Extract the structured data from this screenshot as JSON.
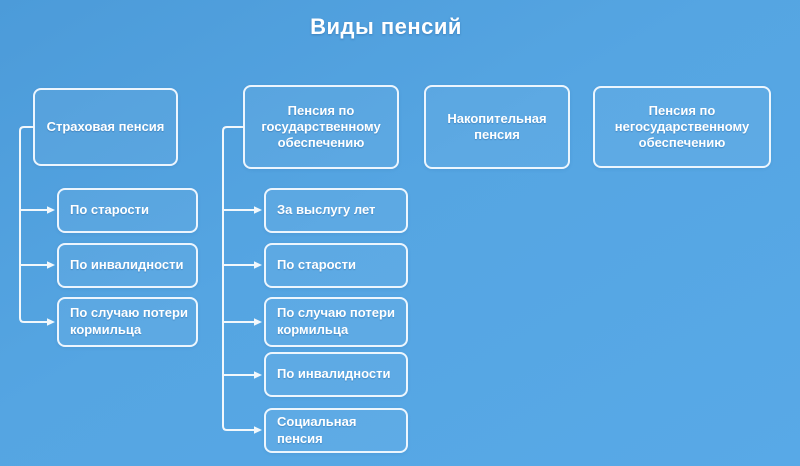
{
  "title": "Виды пенсий",
  "columns": [
    {
      "parent": "Страховая пенсия",
      "children": [
        "По старости",
        "По инвалидности",
        "По случаю потери кормильца"
      ]
    },
    {
      "parent": "Пенсия по государственному обеспечению",
      "children": [
        "За выслугу лет",
        "По старости",
        "По случаю потери кормильца",
        "По инвалидности",
        "Социальная пенсия"
      ]
    },
    {
      "parent": "Накопительная пенсия",
      "children": []
    },
    {
      "parent": "Пенсия по негосударственному обеспечению",
      "children": []
    }
  ],
  "colors": {
    "background": "#55A4E1",
    "box_border": "#F2F8FC",
    "connector": "#F2F8FC",
    "text": "#FFFFFF"
  }
}
